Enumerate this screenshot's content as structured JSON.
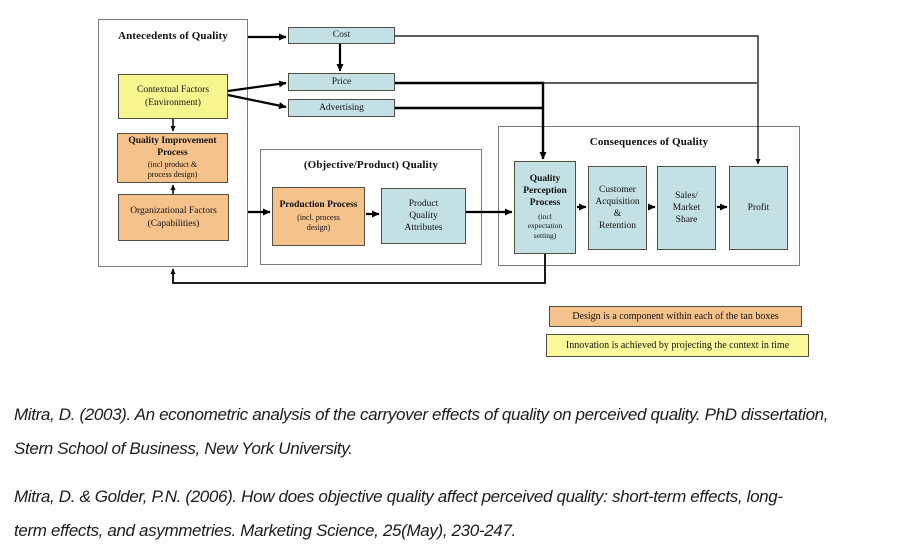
{
  "diagram": {
    "antecedents": {
      "title": "Antecedents of Quality",
      "contextual_factors": "Contextual Factors\n(Environment)",
      "quality_improvement_title": "Quality Improvement\nProcess",
      "quality_improvement_sub": "(incl product &\nprocess design)",
      "organizational_factors": "Organizational Factors\n(Capabilities)"
    },
    "marketing_mix": {
      "cost": "Cost",
      "price": "Price",
      "advertising": "Advertising"
    },
    "objective_quality": {
      "title": "(Objective/Product) Quality",
      "production_process_title": "Production Process",
      "production_process_sub": "(incl. process\ndesign)",
      "product_quality_attributes": "Product\nQuality\nAttributes"
    },
    "consequences": {
      "title": "Consequences of Quality",
      "quality_perception_title": "Quality\nPerception\nProcess",
      "quality_perception_sub": "(incl\nexpectation\nsetting)",
      "customer_acquisition": "Customer\nAcquisition\n&\nRetention",
      "sales_market_share": "Sales/\nMarket\nShare",
      "profit": "Profit"
    },
    "legend": {
      "design_note": "Design is a component within each of the tan boxes",
      "innovation_note": "Innovation is achieved by projecting the context in time"
    },
    "colors": {
      "tan": "#f5c28c",
      "yellow": "#f7f58e",
      "blue": "#c3e1e4",
      "legend_yellow": "#fafa9b"
    }
  },
  "citations": [
    {
      "text": "Mitra, D. (2003). An econometric analysis of the carryover effects of quality on perceived quality. PhD dissertation,\nStern School of Business, New York University."
    },
    {
      "text": "Mitra, D. & Golder, P.N. (2006). How does objective quality affect perceived quality: short-term effects, long-\nterm effects, and asymmetries. Marketing Science, 25(May), 230-247."
    }
  ]
}
